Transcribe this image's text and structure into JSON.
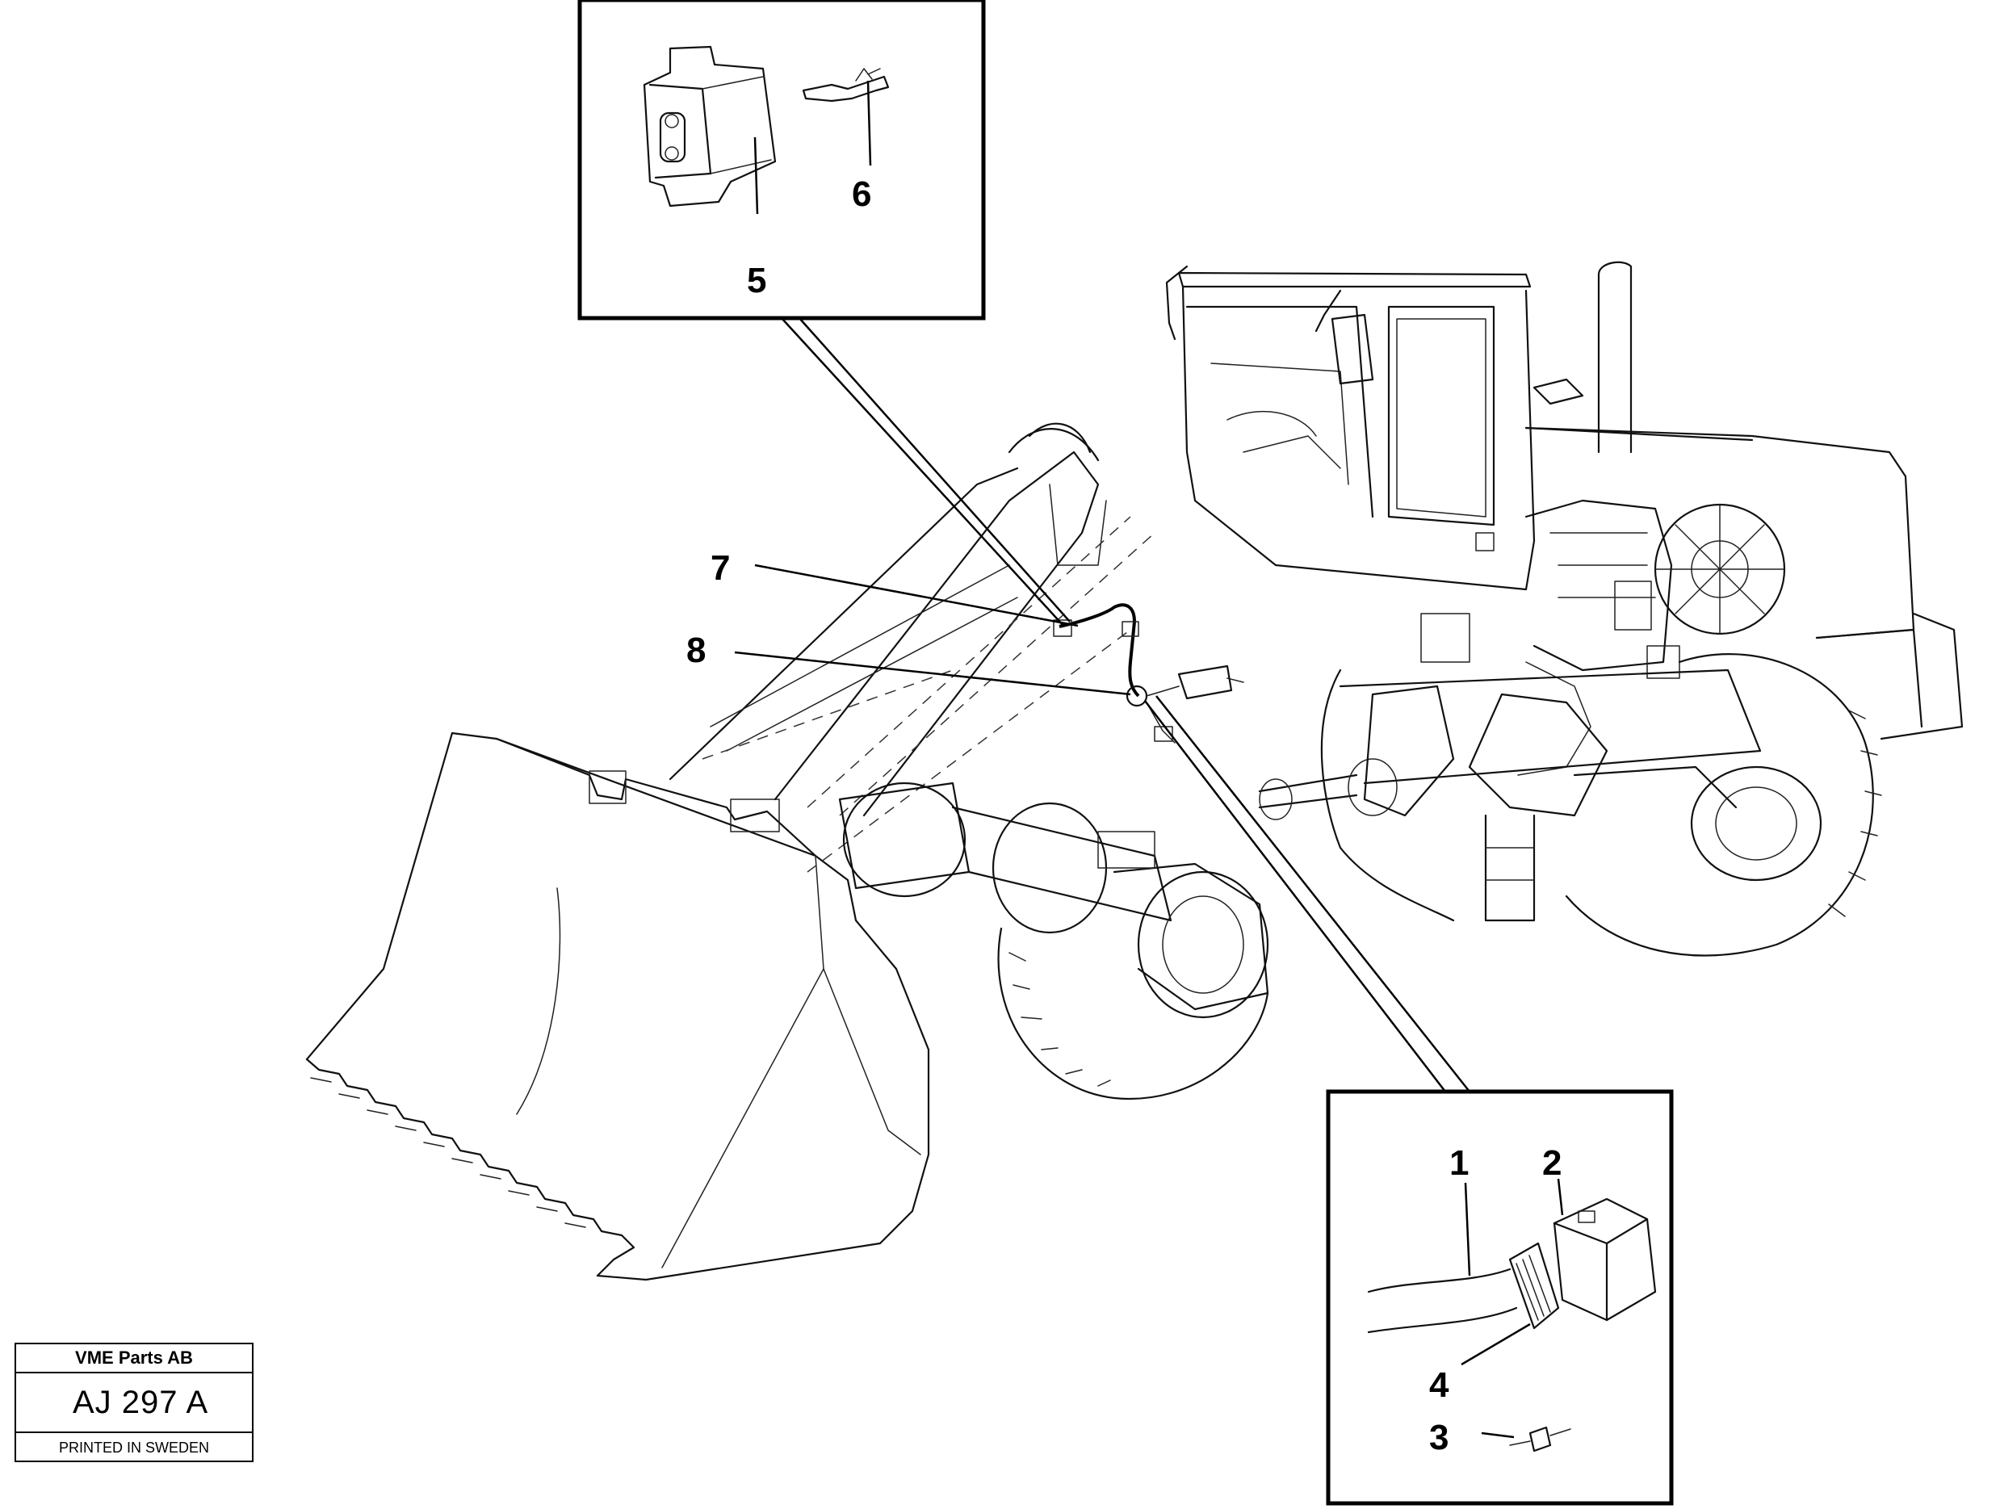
{
  "plate": {
    "company": "VME Parts AB",
    "code": "AJ 297 A",
    "printed": "PRINTED IN SWEDEN"
  },
  "callouts": {
    "c1": "1",
    "c2": "2",
    "c3": "3",
    "c4": "4",
    "c5": "5",
    "c6": "6",
    "c7": "7",
    "c8": "8"
  }
}
